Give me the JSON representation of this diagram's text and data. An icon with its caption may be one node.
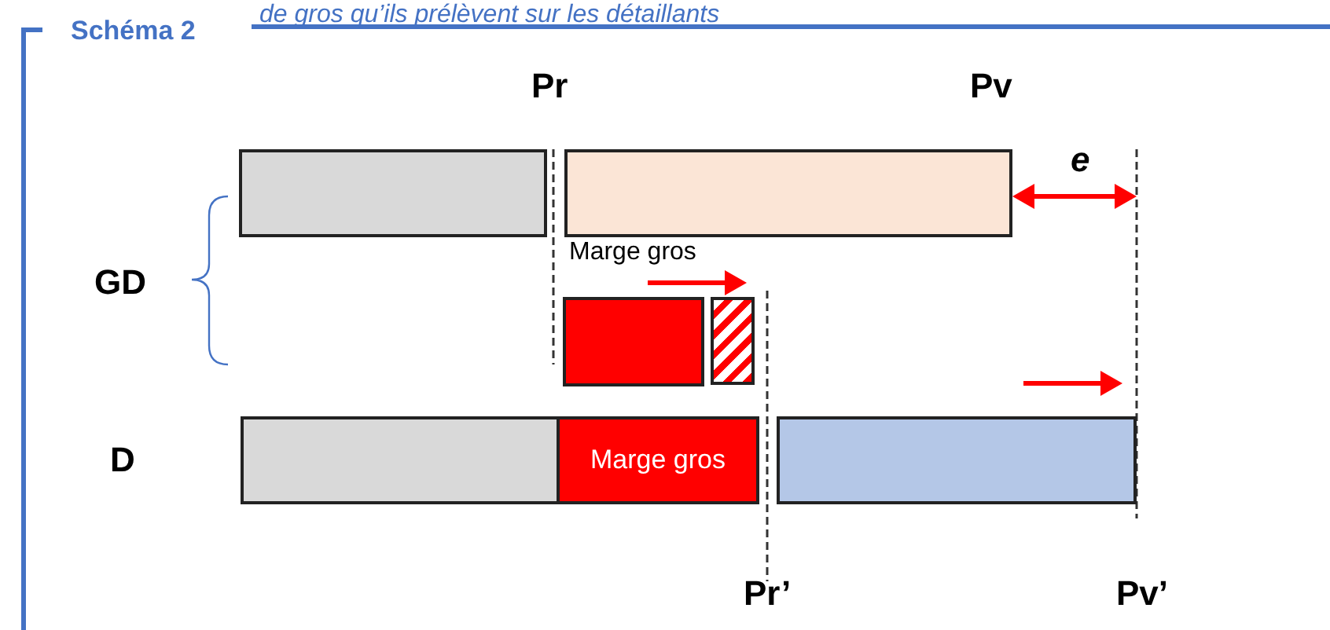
{
  "diagram": {
    "title": "Schéma 2",
    "nodes": [
      {
        "text": [],
        "shape": "box"
      },
      {
        "text": [],
        "shape": "box"
      },
      {
        "text": [],
        "shape": "box"
      },
      {
        "text": [],
        "shape": "box"
      },
      {
        "text": [],
        "shape": "box"
      },
      {
        "text": [
          "Marge gros"
        ]
      },
      {
        "text": [],
        "shape": "box"
      }
    ],
    "labels": [
      "de gros qu’ils prélèvent sur les détaillants",
      "Pr",
      "Pv",
      "e",
      "GD",
      "Marge gros",
      "D",
      "Pr’",
      "Pv’"
    ]
  }
}
